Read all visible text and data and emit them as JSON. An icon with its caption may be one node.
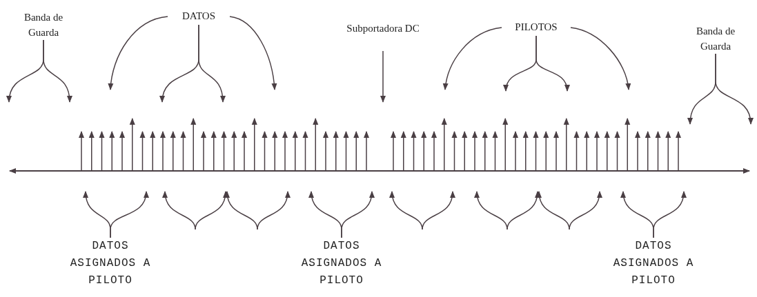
{
  "diagram": {
    "nodes": [
      {
        "text": [
          "Banda de Guarda"
        ]
      },
      {
        "text": [
          "DATOS"
        ]
      },
      {
        "text": [
          "Subportadora DC"
        ]
      },
      {
        "text": [
          "PILOTOS"
        ]
      },
      {
        "text": [
          "Banda de Guarda"
        ]
      },
      {
        "text": [
          "DATOS ASIGNADOS A PILOTO"
        ]
      },
      {
        "text": [
          "DATOS ASIGNADOS A PILOTO"
        ]
      },
      {
        "text": [
          "DATOS ASIGNADOS A PILOTO"
        ]
      }
    ],
    "edges": [
      {
        "from": 0,
        "to": null,
        "arrow": "to"
      },
      {
        "from": 0,
        "to": null,
        "arrow": "to"
      },
      {
        "from": 1,
        "to": null,
        "arrow": "to"
      },
      {
        "from": 1,
        "to": null,
        "arrow": "to"
      },
      {
        "from": 1,
        "to": null,
        "arrow": "to"
      },
      {
        "from": 1,
        "to": null,
        "arrow": "to"
      },
      {
        "from": 2,
        "to": null,
        "arrow": "to"
      },
      {
        "from": 3,
        "to": null,
        "arrow": "to"
      },
      {
        "from": 3,
        "to": null,
        "arrow": "to"
      },
      {
        "from": 3,
        "to": null,
        "arrow": "to"
      },
      {
        "from": 3,
        "to": null,
        "arrow": "to"
      },
      {
        "from": 4,
        "to": null,
        "arrow": "to"
      },
      {
        "from": 4,
        "to": null,
        "arrow": "to"
      },
      {
        "from": 5,
        "to": null,
        "arrow": "to"
      },
      {
        "from": 5,
        "to": null,
        "arrow": "to"
      },
      {
        "from": 6,
        "to": null,
        "arrow": "to"
      },
      {
        "from": 6,
        "to": null,
        "arrow": "to"
      },
      {
        "from": 7,
        "to": null,
        "arrow": "to"
      },
      {
        "from": 7,
        "to": null,
        "arrow": "to"
      }
    ]
  }
}
